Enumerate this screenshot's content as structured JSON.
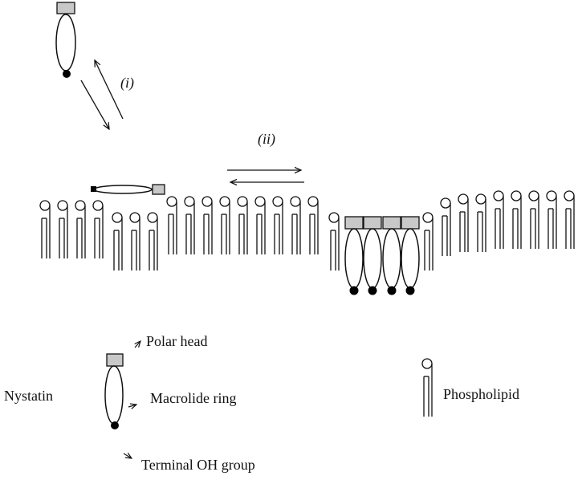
{
  "labels": {
    "step_i": "(i)",
    "step_ii": "(ii)",
    "polar_head": "Polar head",
    "macrolide_ring": "Macrolide ring",
    "terminal_oh": "Terminal OH group",
    "nystatin": "Nystatin",
    "phospholipid": "Phospholipid"
  },
  "colors": {
    "head_fill": "#c8c8c8",
    "line": "#111111",
    "oh": "#000000"
  },
  "icons": {
    "phospholipid": "phospholipid-icon",
    "nystatin": "nystatin-molecule-icon"
  }
}
